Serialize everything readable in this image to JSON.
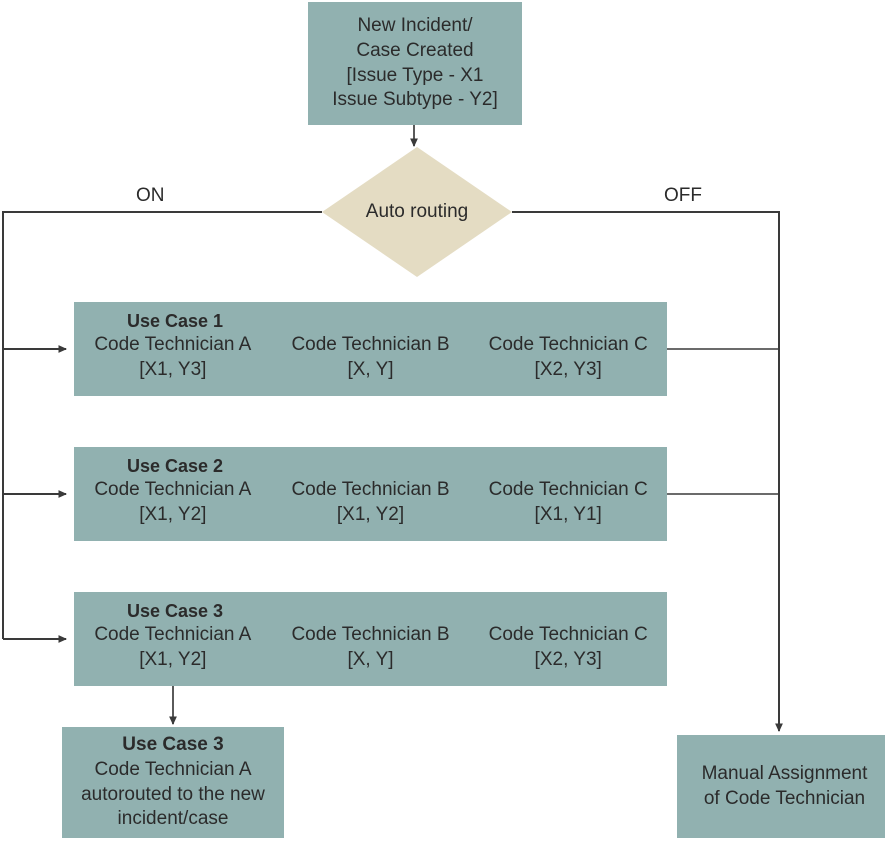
{
  "diagram": {
    "title": "Auto routing incident assignment flowchart",
    "colors": {
      "process_fill": "#91b1b0",
      "decision_fill": "#e4dcc3",
      "edge_stroke": "#3a3a3a",
      "text": "#2b2b2b",
      "background": "#ffffff"
    }
  },
  "start_node": {
    "lines": [
      "New Incident/",
      "Case Created",
      "[Issue Type - X1",
      "Issue Subtype - Y2]"
    ]
  },
  "decision_node": {
    "label": "Auto routing",
    "branches": {
      "on": "ON",
      "off": "OFF"
    }
  },
  "use_cases": [
    {
      "title": "Use Case 1",
      "columns": [
        {
          "name": "Code Technician A",
          "code": "[X1, Y3]"
        },
        {
          "name": "Code Technician B",
          "code": "[X, Y]"
        },
        {
          "name": "Code Technician C",
          "code": "[X2, Y3]"
        }
      ]
    },
    {
      "title": "Use Case 2",
      "columns": [
        {
          "name": "Code Technician A",
          "code": "[X1, Y2]"
        },
        {
          "name": "Code Technician B",
          "code": "[X1, Y2]"
        },
        {
          "name": "Code Technician C",
          "code": "[X1, Y1]"
        }
      ]
    },
    {
      "title": "Use Case 3",
      "columns": [
        {
          "name": "Code Technician A",
          "code": "[X1, Y2]"
        },
        {
          "name": "Code Technician B",
          "code": "[X, Y]"
        },
        {
          "name": "Code Technician C",
          "code": "[X2, Y3]"
        }
      ]
    }
  ],
  "result_node": {
    "title": "Use Case 3",
    "lines": [
      "Code Technician A",
      "autorouted to the new",
      "incident/case"
    ]
  },
  "manual_node": {
    "lines": [
      "Manual Assignment",
      "of Code Technician"
    ]
  }
}
